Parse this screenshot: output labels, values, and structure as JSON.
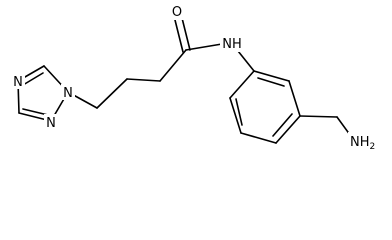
{
  "molecule": {
    "atom_labels": {
      "carbonyl_oxygen": "O",
      "amide_nitrogen": "NH",
      "triazole_n1": "N",
      "triazole_n2": "N",
      "triazole_n4": "N",
      "amine": "NH",
      "amine_subscript": "2"
    }
  }
}
